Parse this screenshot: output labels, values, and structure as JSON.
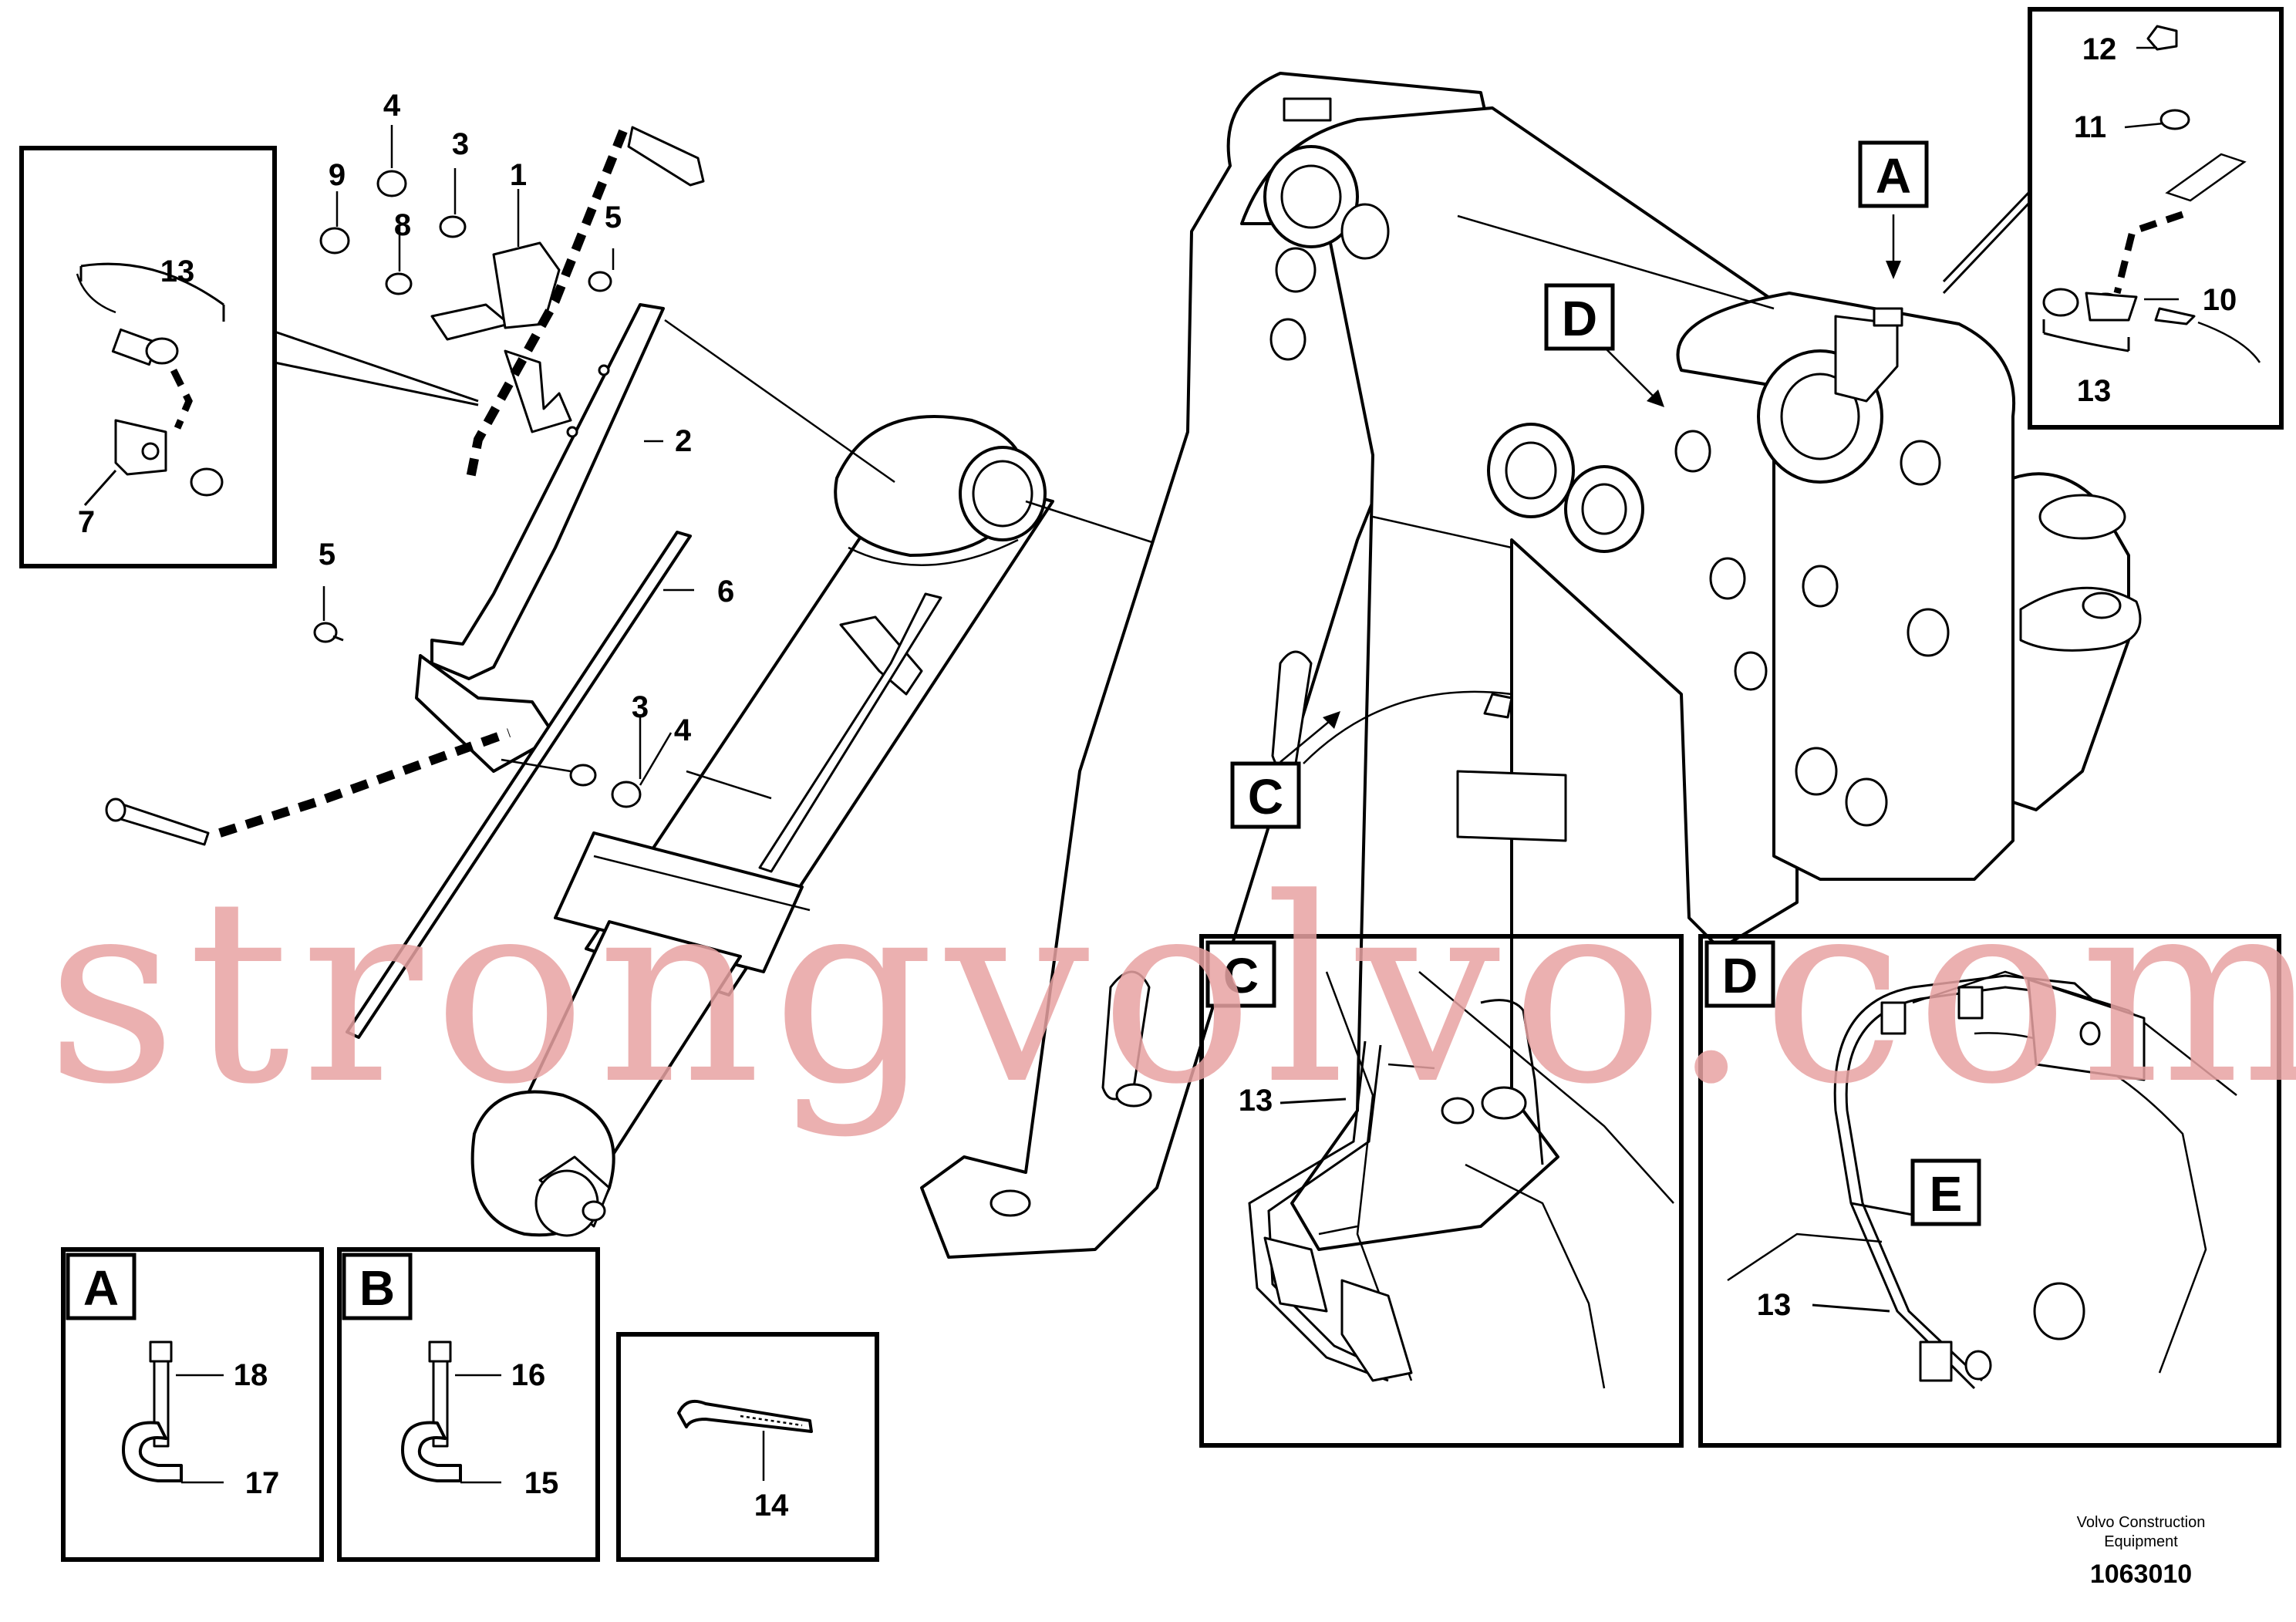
{
  "callouts": {
    "c1": "1",
    "c2": "2",
    "c3a": "3",
    "c3b": "3",
    "c4a": "4",
    "c4b": "4",
    "c5a": "5",
    "c5b": "5",
    "c6": "6",
    "c7": "7",
    "c8": "8",
    "c9": "9",
    "c10": "10",
    "c11": "11",
    "c12": "12",
    "c13a": "13",
    "c13b": "13",
    "c13c": "13",
    "c13d": "13",
    "c14": "14",
    "c15": "15",
    "c16": "16",
    "c17": "17",
    "c18": "18"
  },
  "view_letters": {
    "a_main": "A",
    "d_main": "D",
    "c_main": "C",
    "c_detail": "C",
    "d_detail": "D",
    "e_detail": "E",
    "a_box": "A",
    "b_box": "B"
  },
  "watermark": "strongvolvo.com",
  "footer": {
    "credit_line1": "Volvo Construction",
    "credit_line2": "Equipment",
    "doc_number": "1063010"
  }
}
